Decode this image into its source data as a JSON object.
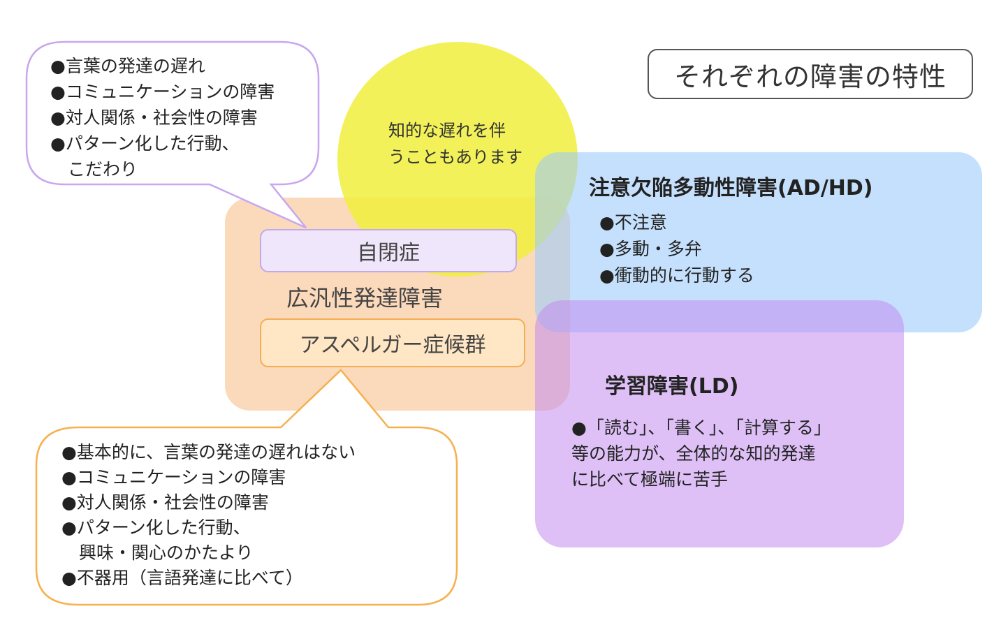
{
  "title": "それぞれの障害の特性",
  "autism_traits": [
    "●言葉の発達の遅れ",
    "●コミュニケーションの障害",
    "●対人関係・社会性の障害",
    "●パターン化した行動、",
    "　こだわり"
  ],
  "intellectual_note": [
    "知的な遅れを伴",
    "うこともあります"
  ],
  "autism_label": "自閉症",
  "pdd_label": "広汎性発達障害",
  "asperger_label": "アスペルガー症候群",
  "asperger_traits": [
    "●基本的に、言葉の発達の遅れはない",
    "●コミュニケーションの障害",
    "●対人関係・社会性の障害",
    "●パターン化した行動、",
    "　興味・関心のかたより",
    "●不器用（言語発達に比べて）"
  ],
  "adhd": {
    "title": "注意欠陥多動性障害(AD/HD)",
    "traits": [
      "●不注意",
      "●多動・多弁",
      "●衝動的に行動する"
    ]
  },
  "ld": {
    "title": "学習障害(LD)",
    "text": [
      "●「読む」、「書く」、「計算する」",
      "等の能力が、全体的な知的発達",
      "に比べて極端に苦手"
    ]
  },
  "colors": {
    "pdd_area": "#f9c08e",
    "intellectual_circle": "#f0ee3c",
    "adhd_area": "#9fcbfa",
    "ld_area": "#c38df0",
    "autism_callout_border": "#c8a6f0",
    "asperger_callout_border": "#f6b04e"
  }
}
